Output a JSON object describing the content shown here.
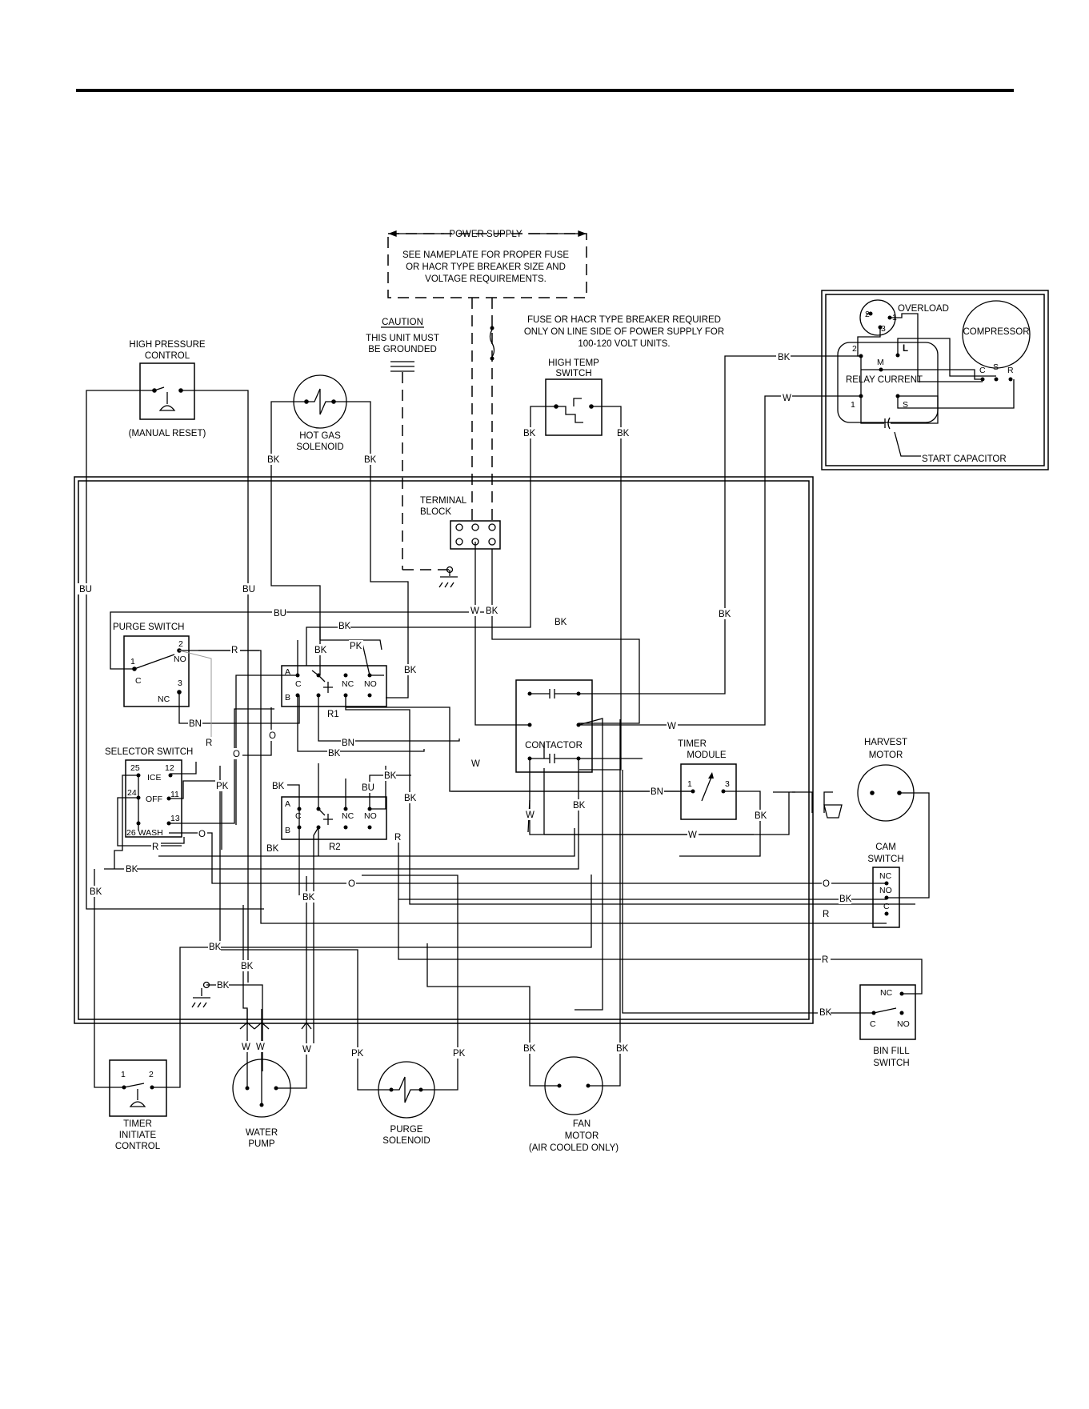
{
  "components": {
    "power_supply": {
      "title": "POWER SUPPLY",
      "note": [
        "SEE NAMEPLATE FOR PROPER FUSE",
        "OR HACR TYPE BREAKER SIZE AND",
        "VOLTAGE REQUIREMENTS."
      ]
    },
    "fuse_note": [
      "FUSE OR HACR TYPE BREAKER REQUIRED",
      "ONLY ON LINE SIDE OF POWER SUPPLY FOR",
      "100-120 VOLT UNITS."
    ],
    "caution": {
      "title": "CAUTION",
      "lines": [
        "THIS UNIT MUST",
        "BE GROUNDED"
      ]
    },
    "high_pressure": {
      "lines": [
        "HIGH PRESSURE",
        "CONTROL"
      ],
      "reset": "(MANUAL RESET)"
    },
    "hot_gas": [
      "HOT GAS",
      "SOLENOID"
    ],
    "high_temp": [
      "HIGH TEMP",
      "SWITCH"
    ],
    "terminal_block": [
      "TERMINAL",
      "BLOCK"
    ],
    "compressor": {
      "overload": "OVERLOAD",
      "compressor": "COMPRESSOR",
      "relay": "RELAY CURRENT",
      "start_cap": "START CAPACITOR",
      "pins": {
        "c": "C",
        "s": "S",
        "r": "R",
        "m": "M",
        "l": "L",
        "s2": "S",
        "one": "1",
        "two": "2"
      },
      "ol_pins": [
        "2",
        "3",
        "1"
      ]
    },
    "purge_switch": {
      "title": "PURGE SWITCH",
      "pins": {
        "p2": "2",
        "no": "NO",
        "p1": "1",
        "c": "C",
        "p3": "3",
        "nc": "NC"
      }
    },
    "selector_switch": {
      "title": "SELECTOR SWITCH",
      "pins": {
        "p25": "25",
        "p12": "12",
        "ice": "ICE",
        "p24": "24",
        "off": "OFF",
        "p11": "11",
        "p13": "13",
        "wash": "26 WASH"
      }
    },
    "relay1": {
      "label": "R1",
      "pins": {
        "a": "A",
        "c": "C",
        "b": "B",
        "nc": "NC",
        "no": "NO"
      }
    },
    "relay2": {
      "label": "R2",
      "pins": {
        "a": "A",
        "c": "C",
        "b": "B",
        "nc": "NC",
        "no": "NO"
      }
    },
    "contactor": "CONTACTOR",
    "timer_module": {
      "lines": [
        "TIMER",
        "MODULE"
      ],
      "pins": [
        "1",
        "3"
      ]
    },
    "harvest_motor": [
      "HARVEST",
      "MOTOR"
    ],
    "cam_switch": {
      "lines": [
        "CAM",
        "SWITCH"
      ],
      "pins": [
        "NC",
        "NO",
        "C"
      ]
    },
    "bin_fill": {
      "lines": [
        "BIN FILL",
        "SWITCH"
      ],
      "pins": [
        "NC",
        "C",
        "NO"
      ]
    },
    "timer_initiate": {
      "lines": [
        "TIMER",
        "INITIATE",
        "CONTROL"
      ],
      "pins": [
        "1",
        "2"
      ]
    },
    "water_pump": [
      "WATER",
      "PUMP"
    ],
    "purge_solenoid": [
      "PURGE",
      "SOLENOID"
    ],
    "fan_motor": [
      "FAN",
      "MOTOR",
      "(AIR COOLED ONLY)"
    ]
  },
  "wire_colors": {
    "bk": "BK",
    "bu": "BU",
    "w": "W",
    "r": "R",
    "o": "O",
    "pk": "PK",
    "bn": "BN"
  }
}
